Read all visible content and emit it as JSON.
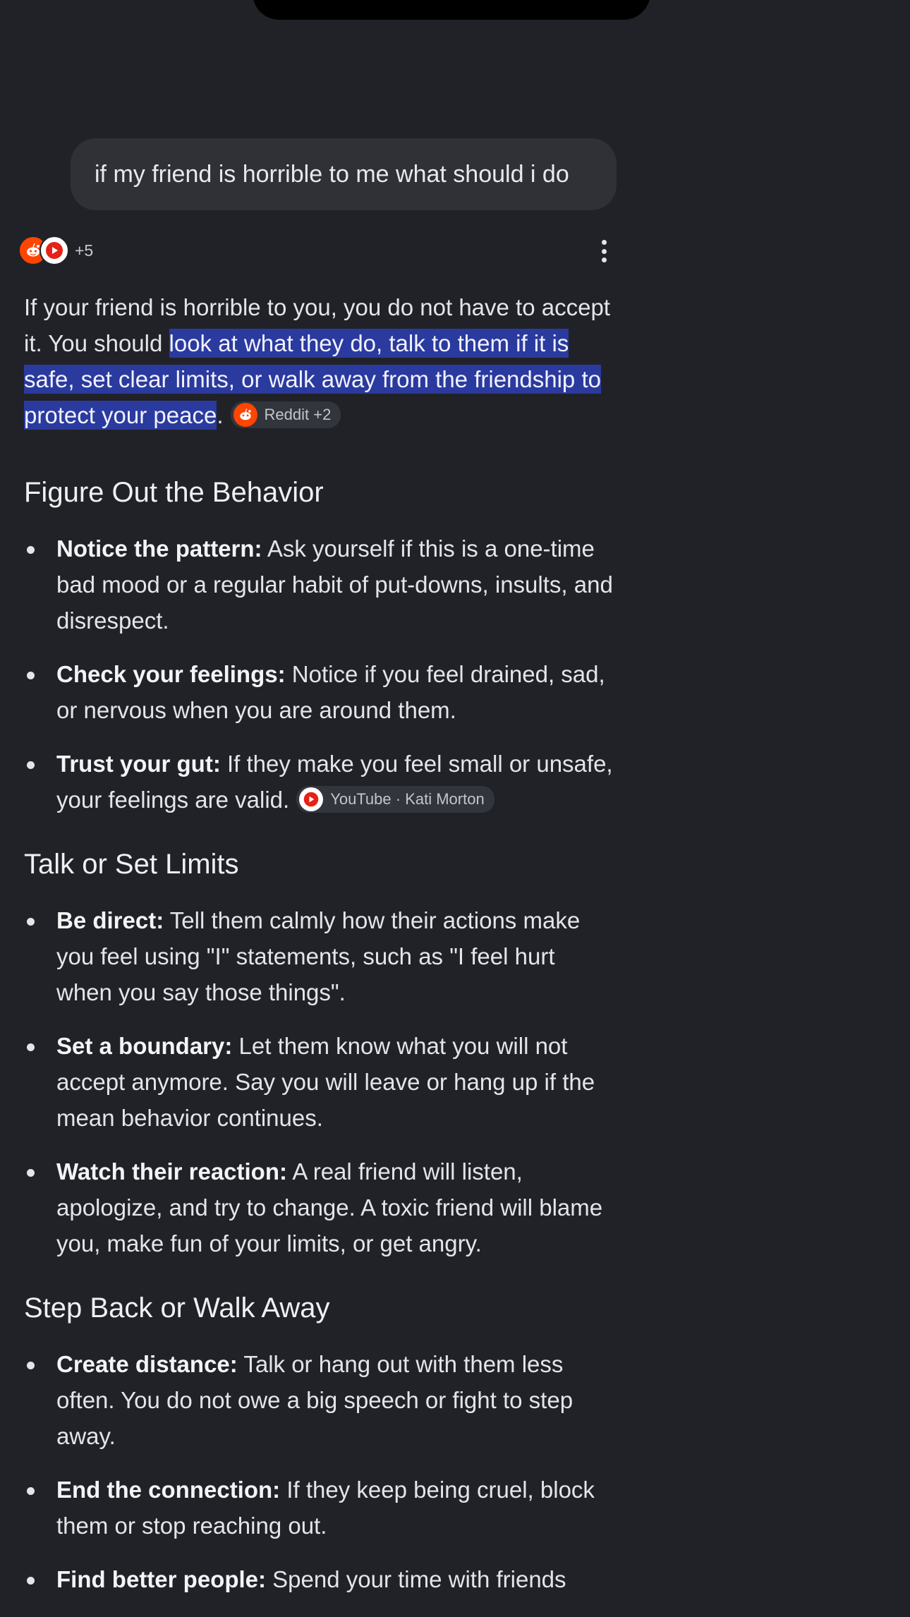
{
  "query": "if my friend is horrible to me what should i do",
  "sources": {
    "more_count": "+5",
    "icons": [
      "reddit-icon",
      "youtube-icon"
    ]
  },
  "answer": {
    "intro_plain": "If your friend is horrible to you, you do not have to accept it. You should ",
    "intro_highlight": "look at what they do, talk to them if it is safe, set clear limits, or walk away from the friendship to protect your peace",
    "intro_end": ".",
    "intro_chip": "Reddit +2"
  },
  "sections": [
    {
      "heading": "Figure Out the Behavior",
      "items": [
        {
          "label": "Notice the pattern:",
          "text": " Ask yourself if this is a one-time bad mood or a regular habit of put-downs, insults, and disrespect."
        },
        {
          "label": "Check your feelings:",
          "text": " Notice if you feel drained, sad, or nervous when you are around them."
        },
        {
          "label": "Trust your gut:",
          "text": " If they make you feel small or unsafe, your feelings are valid.",
          "chip": "YouTube · Kati Morton"
        }
      ]
    },
    {
      "heading": "Talk or Set Limits",
      "items": [
        {
          "label": "Be direct:",
          "text": " Tell them calmly how their actions make you feel using \"I\" statements, such as \"I feel hurt when you say those things\"."
        },
        {
          "label": "Set a boundary:",
          "text": " Let them know what you will not accept anymore. Say you will leave or hang up if the mean behavior continues."
        },
        {
          "label": "Watch their reaction:",
          "text": " A real friend will listen, apologize, and try to change. A toxic friend will blame you, make fun of your limits, or get angry."
        }
      ]
    },
    {
      "heading": "Step Back or Walk Away",
      "items": [
        {
          "label": "Create distance:",
          "text": " Talk or hang out with them less often. You do not owe a big speech or fight to step away."
        },
        {
          "label": "End the connection:",
          "text": " If they keep being cruel, block them or stop reaching out."
        },
        {
          "label": "Find better people:",
          "text": " Spend your time with friends"
        }
      ]
    }
  ],
  "colors": {
    "background": "#212228",
    "highlight": "#2a3a9e",
    "bubble": "#303136",
    "reddit": "#ff4500"
  }
}
